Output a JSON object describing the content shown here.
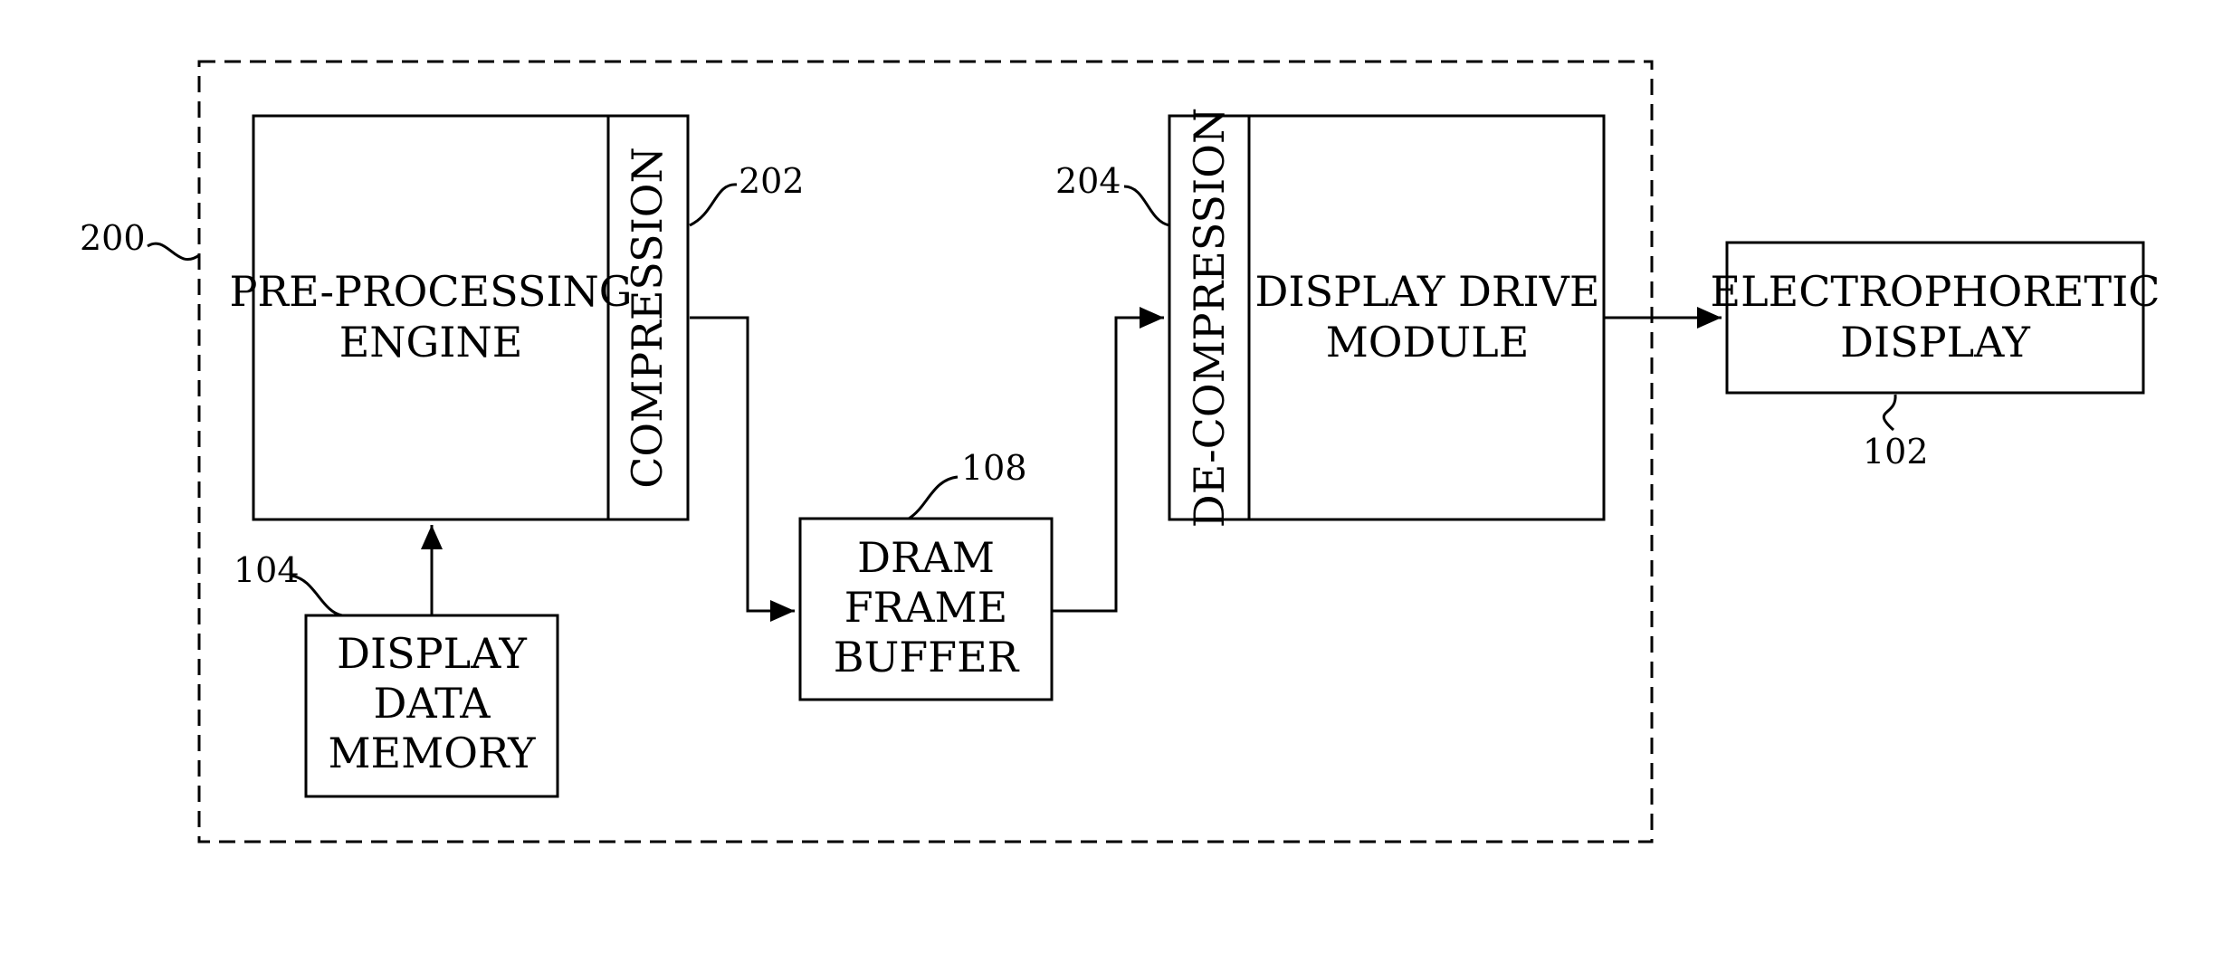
{
  "diagram": {
    "system_ref": "200",
    "blocks": {
      "preprocessing": {
        "line1": "PRE-PROCESSING",
        "line2": "ENGINE"
      },
      "compression": {
        "label": "COMPRESSION",
        "ref": "202"
      },
      "decompression": {
        "label": "DE-COMPRESSION",
        "ref": "204"
      },
      "display_drive": {
        "line1": "DISPLAY DRIVE",
        "line2": "MODULE"
      },
      "electrophoretic": {
        "line1": "ELECTROPHORETIC",
        "line2": "DISPLAY",
        "ref": "102"
      },
      "dram": {
        "line1": "DRAM",
        "line2": "FRAME",
        "line3": "BUFFER",
        "ref": "108"
      },
      "display_memory": {
        "line1": "DISPLAY",
        "line2": "DATA",
        "line3": "MEMORY",
        "ref": "104"
      }
    }
  }
}
